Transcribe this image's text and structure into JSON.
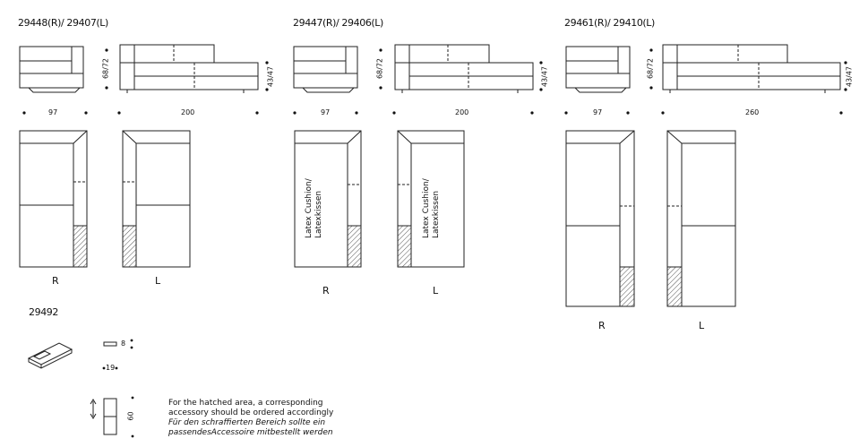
{
  "groups": [
    {
      "code": "29448(R)/ 29407(L)",
      "width_a": "97",
      "width_b": "200",
      "height": "68/72",
      "seat_height": "43/47",
      "left_label": "R",
      "right_label": "L"
    },
    {
      "code": "29447(R)/ 29406(L)",
      "width_a": "97",
      "width_b": "200",
      "height": "68/72",
      "seat_height": "43/47",
      "left_label": "R",
      "right_label": "L",
      "cushion_label": "Latex Cushion/\nLatexkissen"
    },
    {
      "code": "29461(R)/ 29410(L)",
      "width_a": "97",
      "width_b": "260",
      "height": "68/72",
      "seat_height": "43/47",
      "left_label": "R",
      "right_label": "L"
    }
  ],
  "accessory": {
    "code": "29492",
    "thickness": "8",
    "width": "19",
    "depth": "60"
  },
  "note": {
    "en_line1": "For the hatched area, a corresponding",
    "en_line2": "accessory should be ordered accordingly",
    "de_line1": "Für den schraffierten Bereich sollte ein",
    "de_line2": "passendesAccessoire mitbestellt werden"
  },
  "colors": {
    "line": "#222222",
    "hatch": "#555555"
  }
}
